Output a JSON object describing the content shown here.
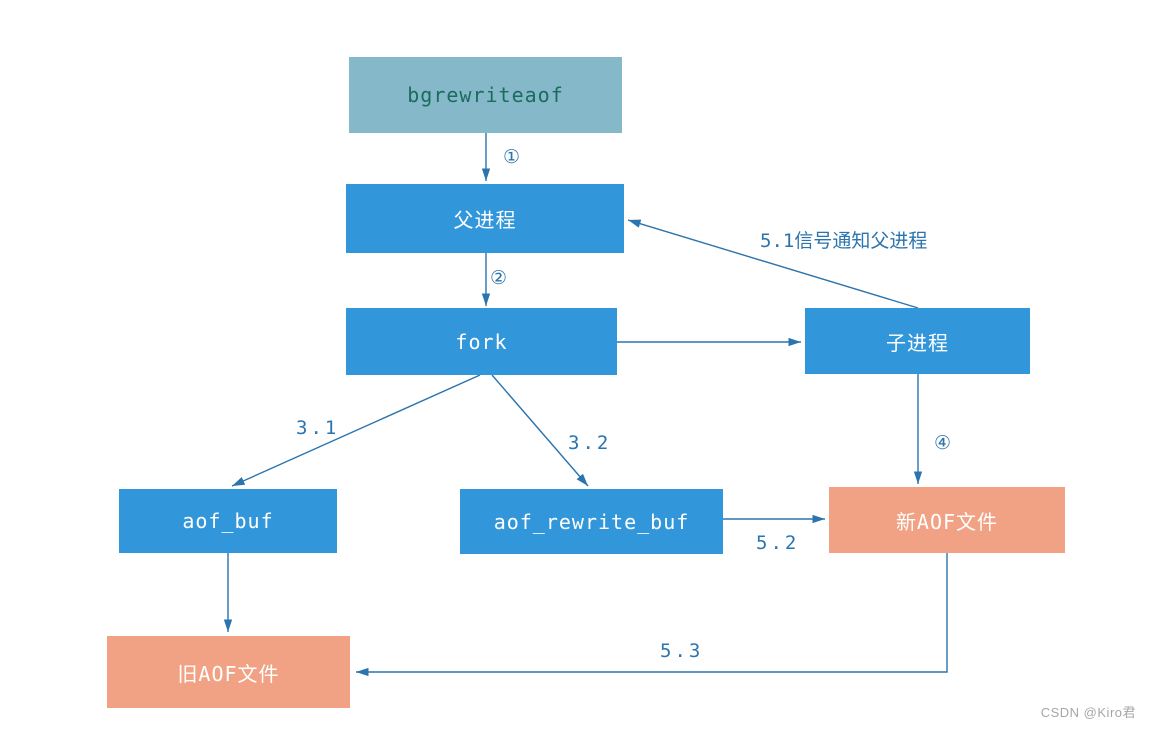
{
  "colors": {
    "node_blue": "#3296DB",
    "node_teal": "#85B8C9",
    "node_orange": "#F2A284",
    "teal_text": "#1C6B5E",
    "arrow_blue": "#2B74AE",
    "watermark_gray": "#A6A6A6"
  },
  "nodes": {
    "bgrewriteaof": {
      "label": "bgrewriteaof"
    },
    "parent_process": {
      "label": "父进程"
    },
    "fork": {
      "label": "fork"
    },
    "child_process": {
      "label": "子进程"
    },
    "aof_buf": {
      "label": "aof_buf"
    },
    "aof_rewrite_buf": {
      "label": "aof_rewrite_buf"
    },
    "new_aof_file": {
      "label": "新AOF文件"
    },
    "old_aof_file": {
      "label": "旧AOF文件"
    }
  },
  "edge_labels": {
    "step1": "①",
    "step2": "②",
    "step3_1": "3.1",
    "step3_2": "3.2",
    "step4": "④",
    "step5_1": "5.1信号通知父进程",
    "step5_2": "5.2",
    "step5_3": "5.3"
  },
  "watermark": "CSDN @Kiro君"
}
